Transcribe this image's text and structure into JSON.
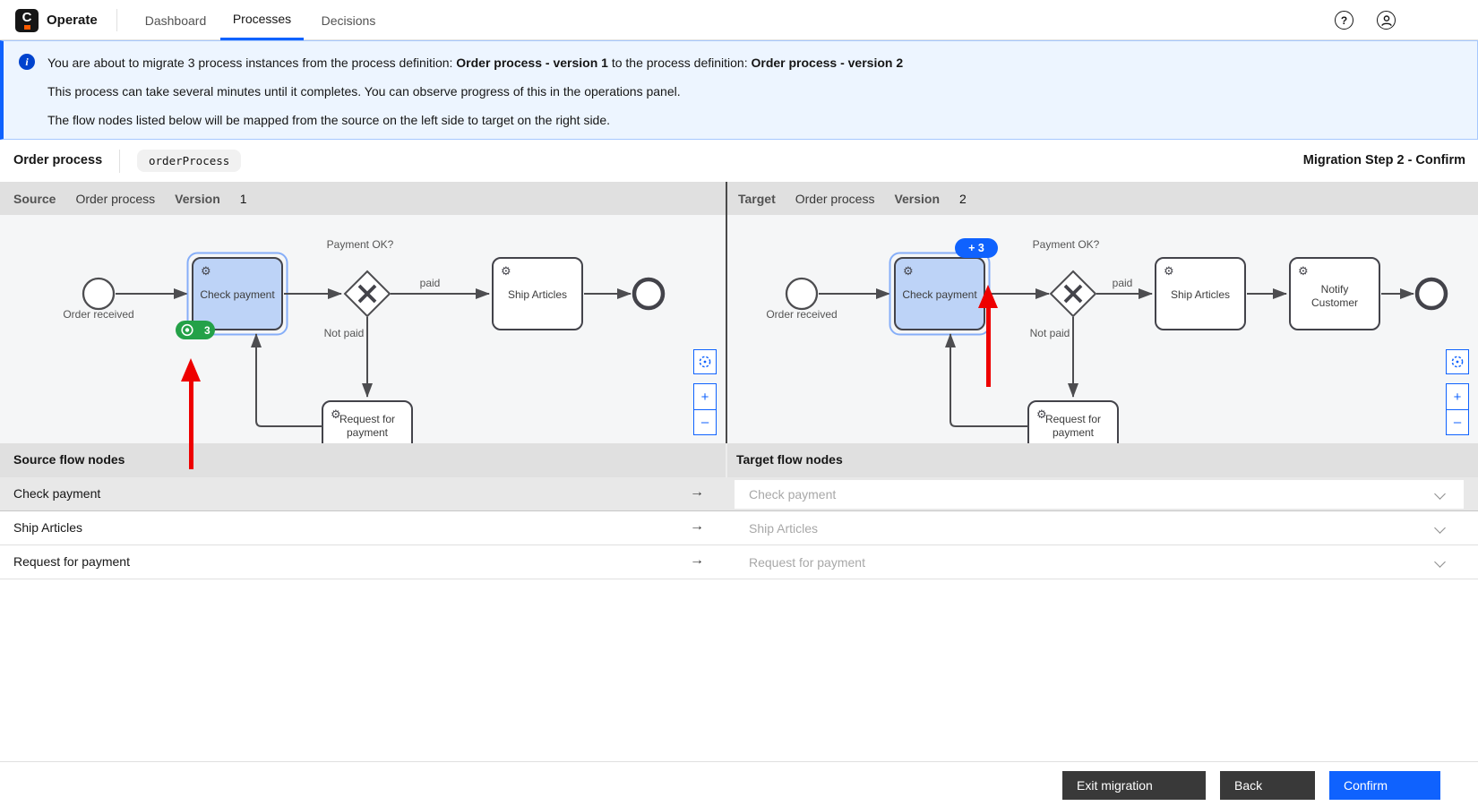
{
  "nav": {
    "app_name": "Operate",
    "logo_letter": "C",
    "tabs": [
      {
        "label": "Dashboard"
      },
      {
        "label": "Processes"
      },
      {
        "label": "Decisions"
      }
    ]
  },
  "banner": {
    "line1_prefix": "You are about to migrate 3 process instances from the process definition: ",
    "line1_source_bold": "Order process - version 1",
    "line1_middle": " to the process definition: ",
    "line1_target_bold": "Order process - version 2",
    "line2": "This process can take several minutes until it completes. You can observe progress of this in the operations panel.",
    "line3": "The flow nodes listed below will be mapped from the source on the left side to target on the right side."
  },
  "process_header": {
    "name": "Order process",
    "process_id": "orderProcess",
    "step_label": "Migration Step 2 - Confirm"
  },
  "panels": {
    "source": {
      "label": "Source",
      "name": "Order process",
      "version_label": "Version",
      "version": "1"
    },
    "target": {
      "label": "Target",
      "name": "Order process",
      "version_label": "Version",
      "version": "2"
    }
  },
  "diagram": {
    "start_label": "Order received",
    "check_payment": "Check payment",
    "gateway_label": "Payment OK?",
    "paid": "paid",
    "not_paid": "Not paid",
    "ship_articles": "Ship Articles",
    "request_line1": "Request for",
    "request_line2": "payment",
    "notify_line1": "Notify",
    "notify_line2": "Customer",
    "source_instance_badge": "3",
    "target_instance_badge": "+ 3",
    "zoom_in": "+",
    "zoom_out": "–"
  },
  "mapping_table": {
    "source_header": "Source flow nodes",
    "target_header": "Target flow nodes",
    "rows": [
      {
        "source": "Check payment",
        "target": "Check payment"
      },
      {
        "source": "Ship Articles",
        "target": "Ship Articles"
      },
      {
        "source": "Request for payment",
        "target": "Request for payment"
      }
    ]
  },
  "footer": {
    "exit": "Exit migration",
    "back": "Back",
    "confirm": "Confirm"
  },
  "colors": {
    "accent_blue": "#0f62fe",
    "banner_bg": "#edf5ff",
    "active_instances_green": "#24a148",
    "annotation_red": "#ee0000",
    "selected_task_fill": "#bdd3f7",
    "panel_header_bg": "#e0e0e0",
    "selected_row_bg": "#e8e8e8",
    "dark_button": "#393939"
  },
  "icons": {
    "logo": "camunda-c-mark",
    "help": "question-circle",
    "user": "person-circle",
    "info": "info-circle-filled",
    "service_task": "gear",
    "reset_zoom": "dashed-target-circle",
    "zoom_in": "plus",
    "zoom_out": "minus",
    "row_arrow": "arrow-right",
    "dropdown": "chevron-down",
    "active_badge": "target-dot"
  }
}
